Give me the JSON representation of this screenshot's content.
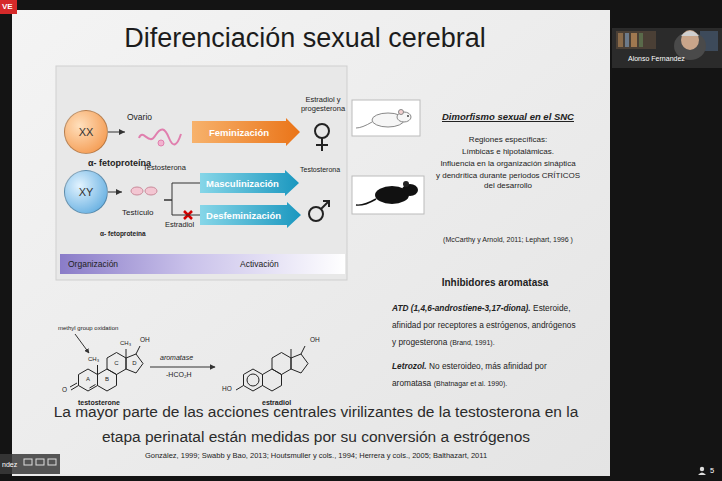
{
  "diagram": {
    "title": "Diferenciación sexual cerebral",
    "nodes": [
      {
        "text": [
          "XX"
        ]
      },
      {
        "text": [
          "Ovario"
        ]
      },
      {
        "text": [
          "Feminización"
        ]
      },
      {
        "text": [
          "XY"
        ]
      },
      {
        "text": [
          "Testículo"
        ]
      },
      {
        "text": [
          "Masculinización"
        ]
      },
      {
        "text": [
          "Desfeminización"
        ]
      },
      {
        "text": [
          "Organización",
          "Activación"
        ]
      }
    ],
    "edges": [
      {
        "from": 0,
        "to": 1,
        "arrow": "to"
      },
      {
        "from": 3,
        "to": 4,
        "arrow": "to"
      },
      {
        "from": 4,
        "to": 5,
        "label": "Testosterona",
        "arrow": "none"
      },
      {
        "from": 4,
        "to": 6,
        "label": "Estradiol",
        "arrow": "none"
      }
    ],
    "labels": [
      "VE",
      "Alonso Fernandez",
      "α- fetoproteína",
      "Estradiol y progesterona",
      "α- fetoproteína",
      "Testosterona",
      "Dimorfismo sexual en el SNC",
      "Regiones específicas:",
      "Límbicas e hipotalámicas.",
      "Influencia en la organización sináptica",
      "y dendrítica durante periodos CRÍTICOS del desarrollo",
      "(McCarthy y Arnold, 2011; Lephart, 1996 )",
      "methyl group oxidation",
      "CH₃",
      "CH₃",
      "OH",
      "O",
      "A",
      "B",
      "C",
      "D",
      "testosterone",
      "aromatase",
      "-HCO₂H",
      "OH",
      "HO",
      "estradiol",
      "Inhibidores aromatasa",
      "ATD (1,4,6-androstiene-3,17-diona).",
      "Esteroide, afinidad por receptores a estrógenos, andrógenos y progesterona",
      "(Brand, 1991).",
      "Letrozol.",
      "No esteroideo, más afinidad por aromatasa",
      "(Bhatnagar et al. 1990).",
      "La mayor parte de las acciones centrales virilizantes de la testosterona en la etapa perinatal están medidas por su conversión a estrógenos",
      "González, 1999; Swabb y Bao, 2013; Houtsmuller y cols., 1994; Herrera y cols., 2005; Balthazart, 2011",
      "ndez",
      "5"
    ]
  }
}
